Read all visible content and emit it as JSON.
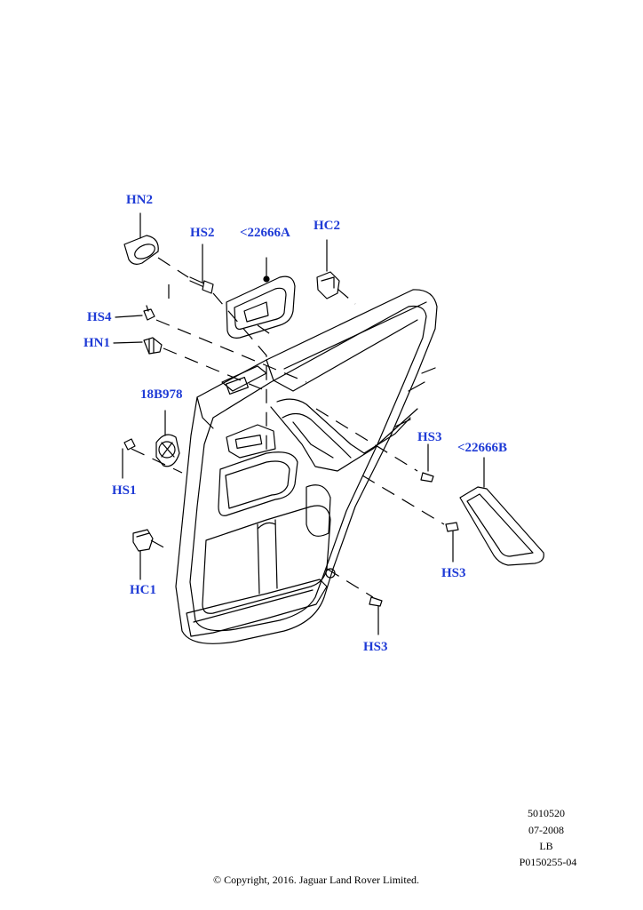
{
  "callouts": {
    "hn2": "HN2",
    "hs2": "HS2",
    "part_22666a": "<22666A",
    "hc2": "HC2",
    "hs4": "HS4",
    "hn1": "HN1",
    "part_18b978": "18B978",
    "hs1": "HS1",
    "hc1": "HC1",
    "hs3_upper": "HS3",
    "part_22666b": "<22666B",
    "hs3_mid": "HS3",
    "hs3_lower": "HS3"
  },
  "meta": {
    "number": "5010520",
    "date": "07-2008",
    "code": "LB",
    "ref": "P0150255-04"
  },
  "copyright": "© Copyright, 2016. Jaguar Land Rover Limited.",
  "colors": {
    "callout": "#1f3bd6",
    "line": "#000000"
  }
}
